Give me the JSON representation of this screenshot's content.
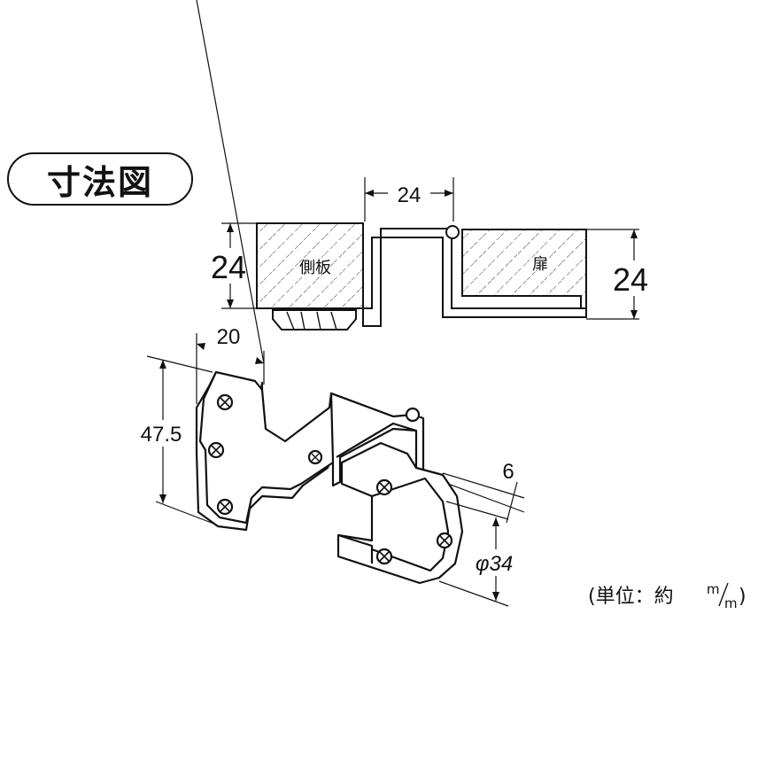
{
  "title": "寸法図",
  "labels": {
    "side_panel": "側板",
    "door": "扉"
  },
  "dimensions": {
    "gap_width": "24",
    "side_panel_thickness": "24",
    "door_thickness": "24",
    "plate_width": "20",
    "plate_height": "47.5",
    "sheet_thickness": "6",
    "curve_diameter": "φ34"
  },
  "unit_note": {
    "prefix": "(単位：約",
    "num": "m",
    "den": "m",
    "suffix": ")"
  }
}
